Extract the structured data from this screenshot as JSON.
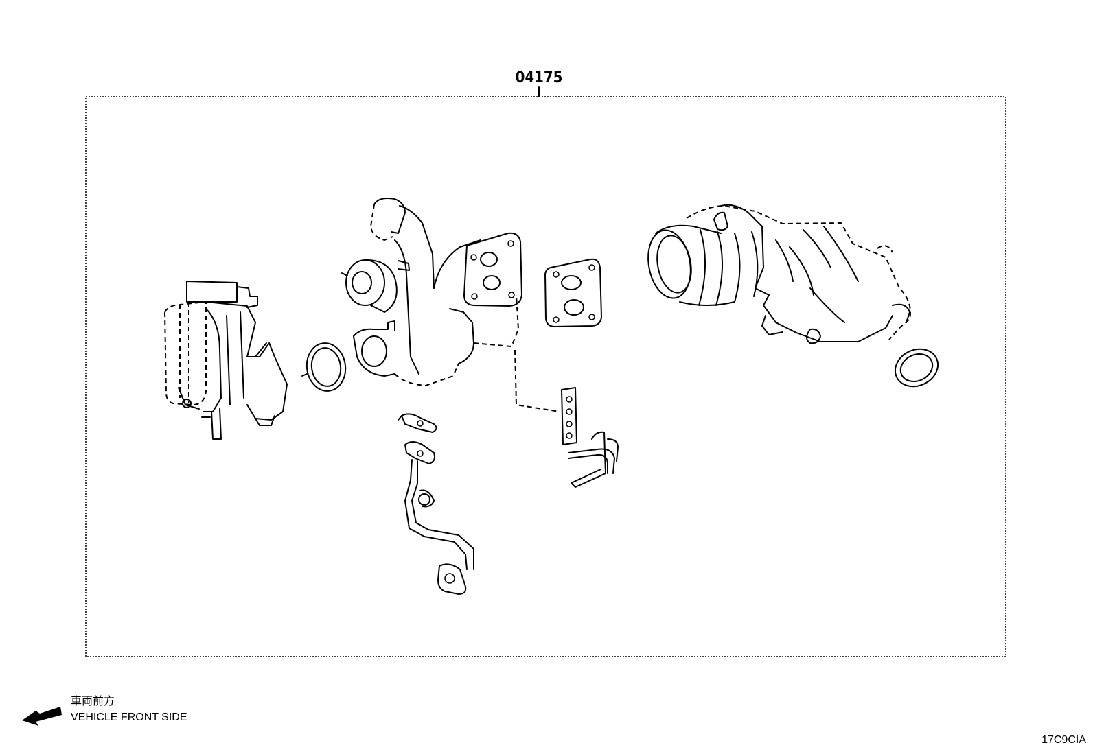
{
  "callout": {
    "part_number": "04175"
  },
  "direction": {
    "label_jp": "車両前方",
    "label_en": "VEHICLE FRONT SIDE"
  },
  "illustration_code": "17C9CIA"
}
